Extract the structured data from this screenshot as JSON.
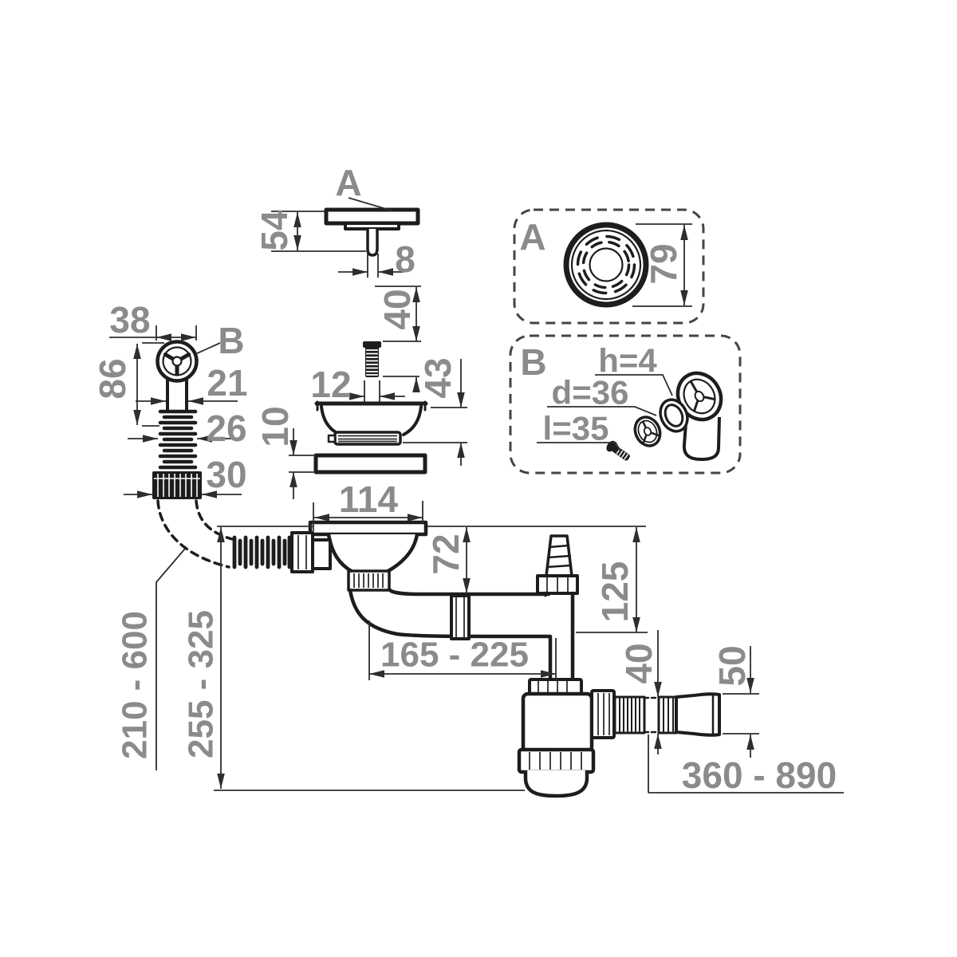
{
  "title": "Sink drain and siphon installation technical drawing",
  "colors": {
    "background": "#ffffff",
    "part_line": "#1d1d1d",
    "dimension_line": "#2e2e2e",
    "dimension_text": "#8b8b8b"
  },
  "labels": {
    "cap_callout": "A",
    "overflow_callout": "B",
    "detail_a": "A",
    "detail_b": "B"
  },
  "dims": {
    "cap_height": "54",
    "cap_pin": "8",
    "screw_gap": "40",
    "screw_width": "12",
    "basket_height": "43",
    "gasket_thickness": "10",
    "flange_width": "114",
    "overflow_head_width": "38",
    "overflow_height": "86",
    "overflow_tube": "21",
    "overflow_bellows": "26",
    "overflow_connector": "30",
    "bowl_depth": "72",
    "branch_height": "125",
    "horizontal_reach": "165 - 225",
    "outlet_diameter": "40",
    "outlet_end": "50",
    "outlet_length": "360 - 890",
    "overflow_hose_length": "210 - 600",
    "install_height": "255 - 325",
    "strainer_diameter": "79",
    "seal_height": "h=4",
    "seal_diameter": "d=36",
    "screw_length": "l=35"
  }
}
